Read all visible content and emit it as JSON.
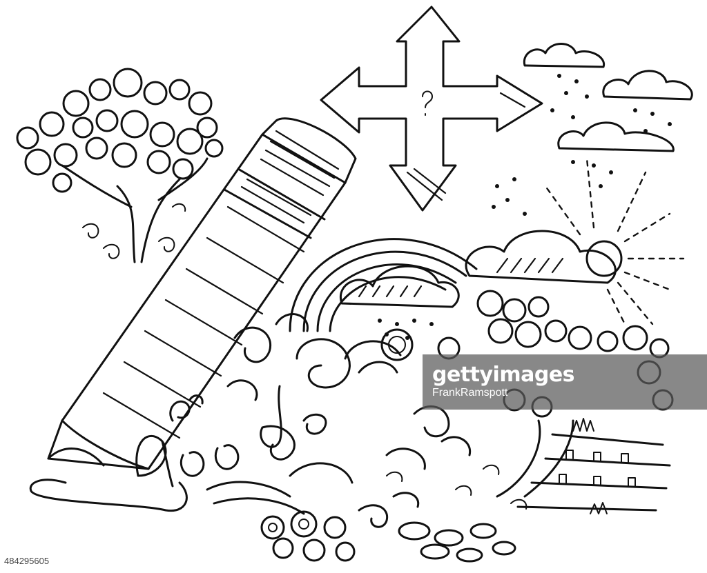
{
  "illustration": {
    "description_icon": "doodle-icon",
    "ink_color": "#111111",
    "paper_color": "#ffffff"
  },
  "watermark": {
    "brand": "gettyimages",
    "credit": "FrankRamspott",
    "background": "#5a5a5a"
  },
  "stock_id": "484295605"
}
